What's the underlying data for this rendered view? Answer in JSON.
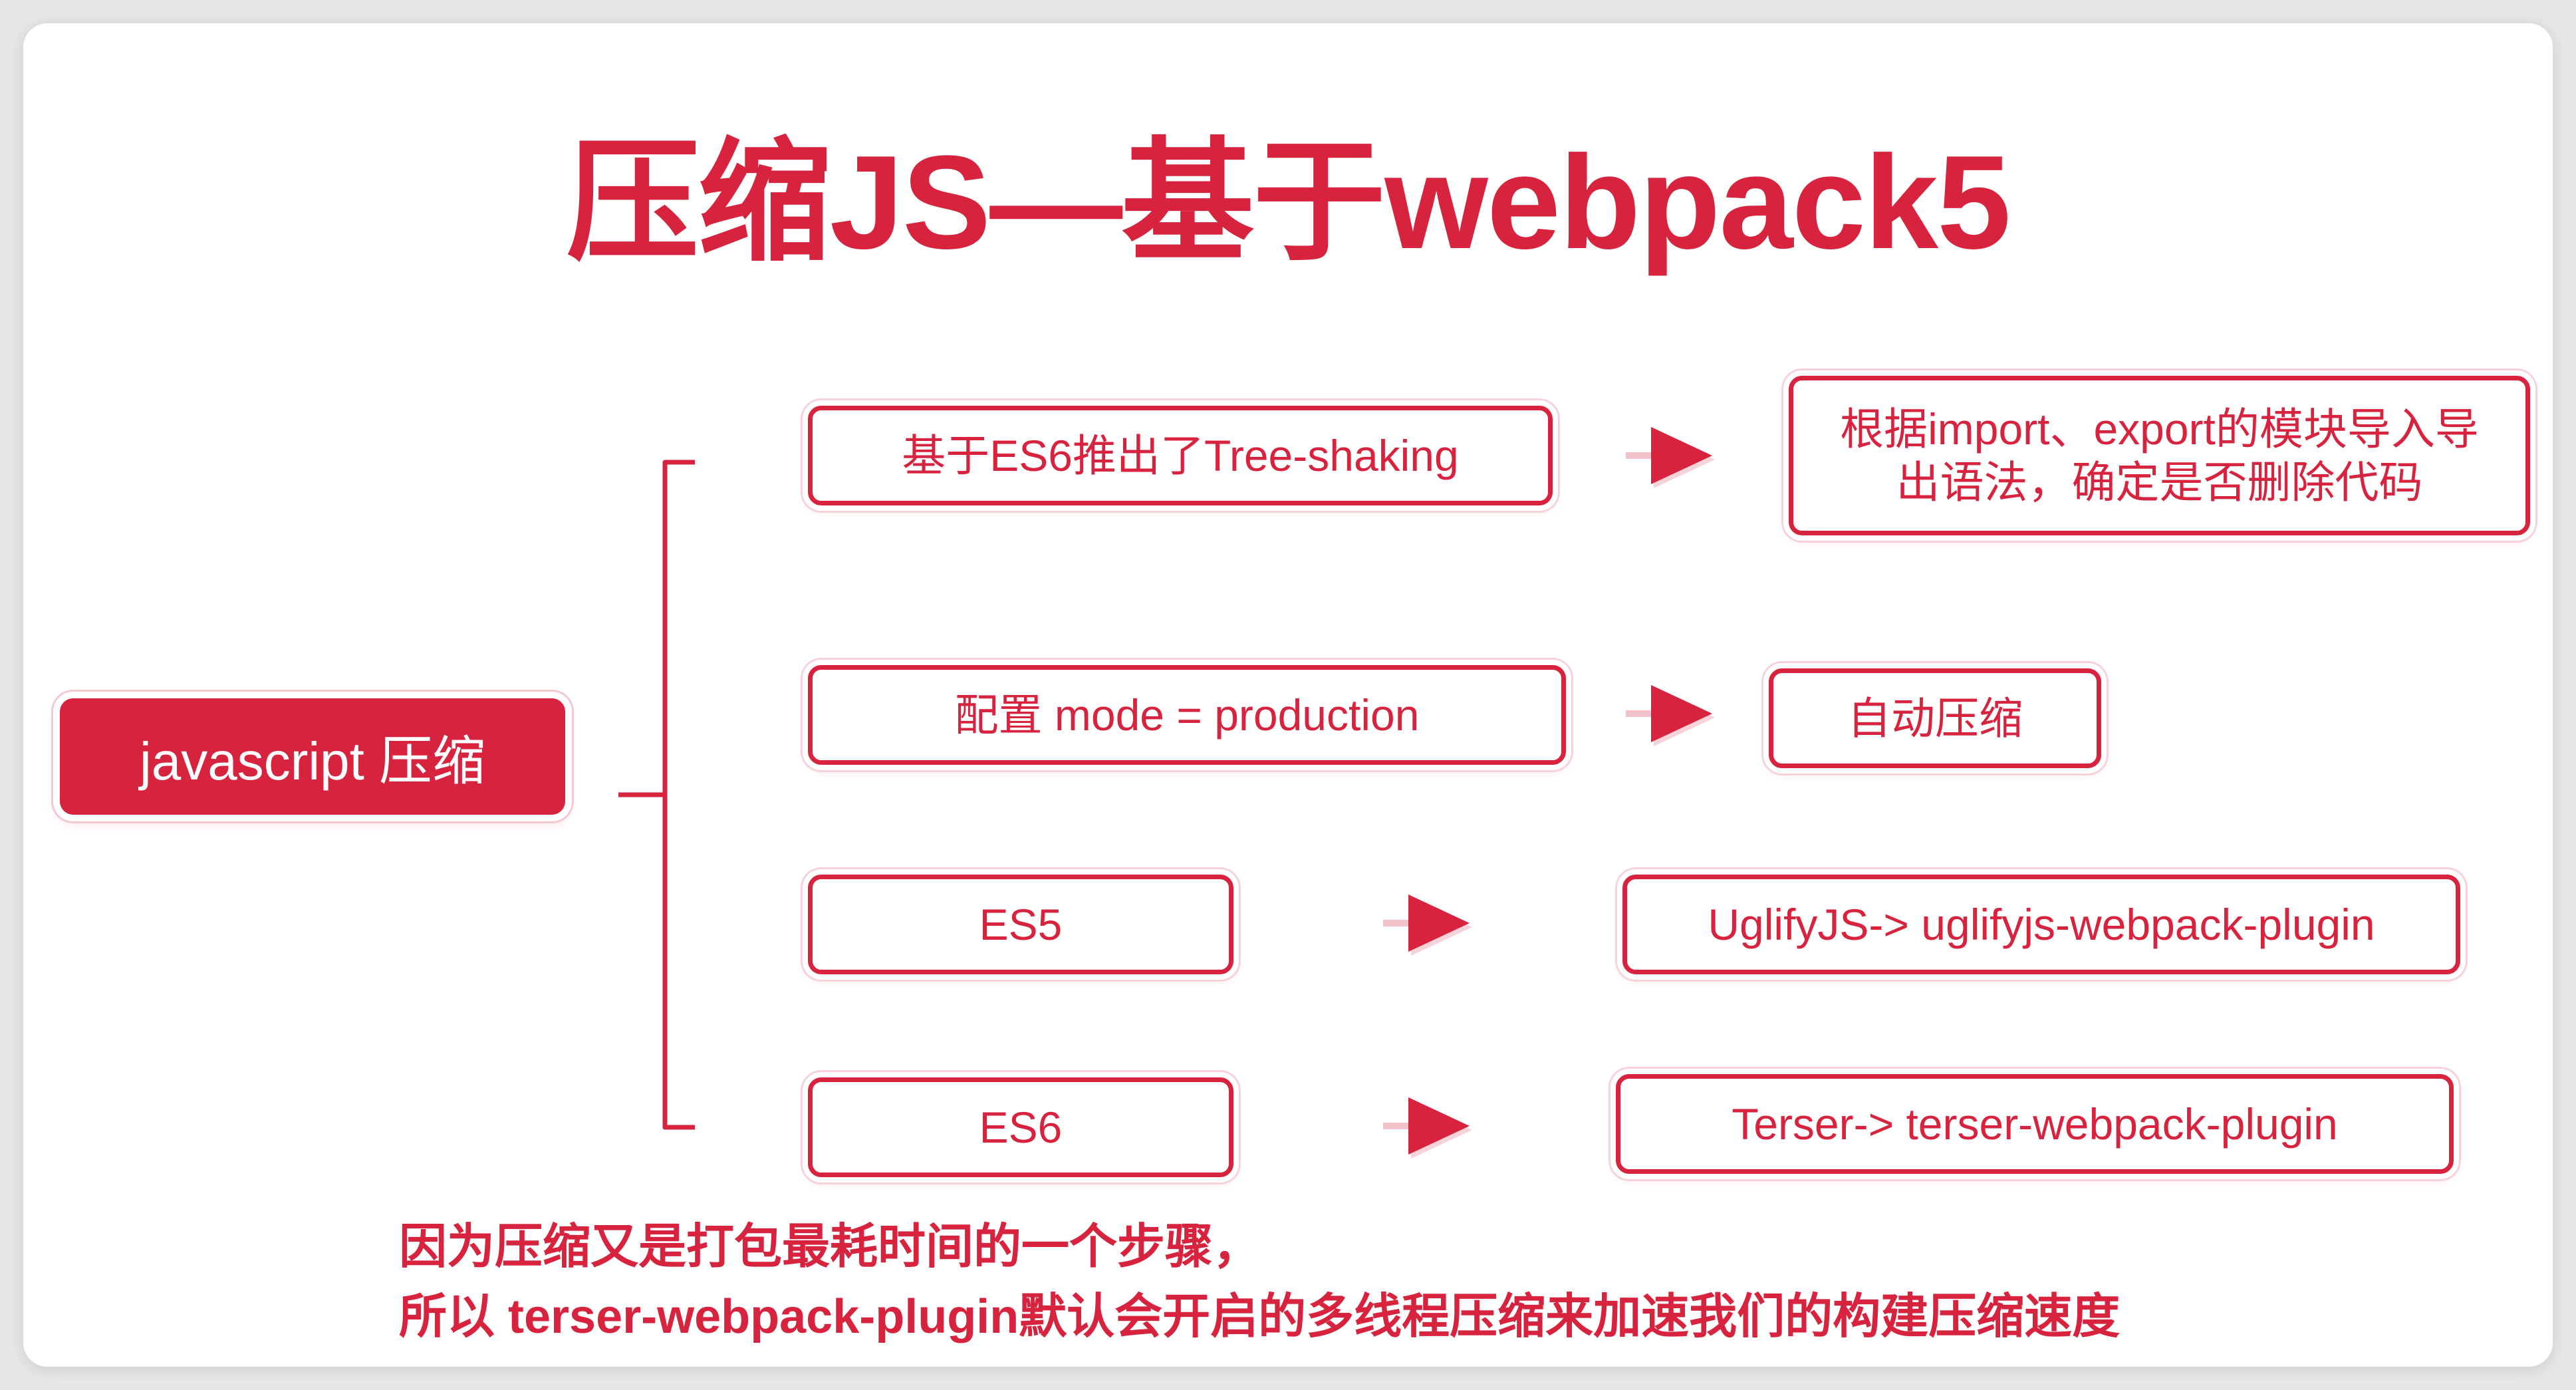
{
  "title": "压缩JS—基于webpack5",
  "root": "javascript 压缩",
  "rows": [
    {
      "source": "基于ES6推出了Tree-shaking",
      "target": "根据import、export的模块导入导出语法，确定是否删除代码"
    },
    {
      "source": "配置 mode = production",
      "target": "自动压缩"
    },
    {
      "source": "ES5",
      "target": "UglifyJS-> uglifyjs-webpack-plugin"
    },
    {
      "source": "ES6",
      "target": "Terser-> terser-webpack-plugin"
    }
  ],
  "notes": [
    "因为压缩又是打包最耗时间的一个步骤，",
    "所以 terser-webpack-plugin默认会开启的多线程压缩来加速我们的构建压缩速度"
  ],
  "colors": {
    "accent": "#d8233f",
    "background": "#ffffff"
  },
  "arrow_icon": "play-arrow-icon"
}
